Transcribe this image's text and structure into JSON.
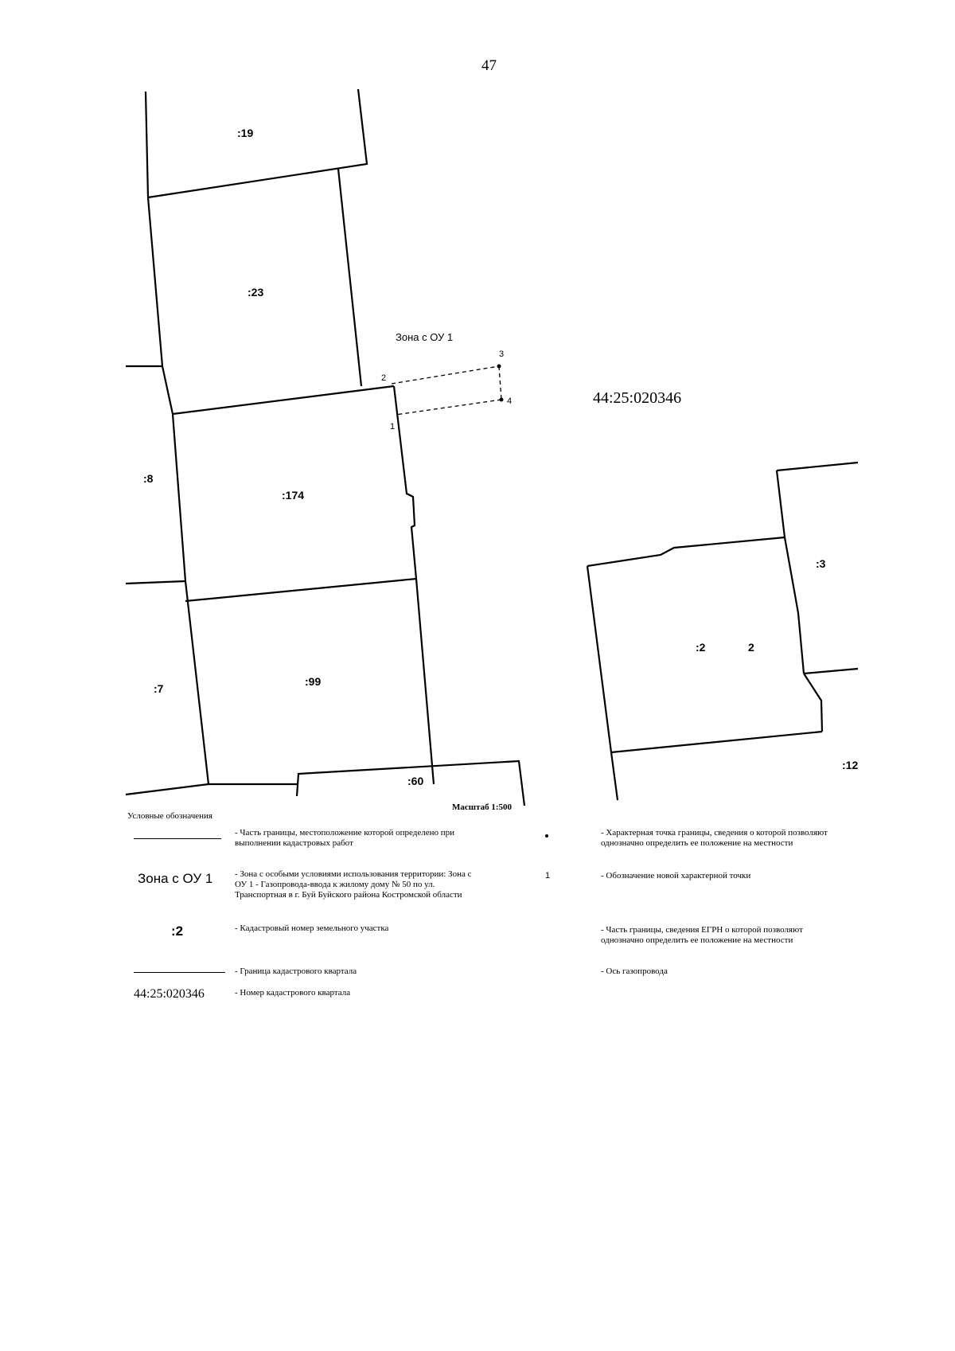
{
  "page_number": "47",
  "map": {
    "quarter_number": "44:25:020346",
    "zone_label": "Зона с ОУ 1",
    "scale": "Масштаб 1:500",
    "parcels": [
      ":19",
      ":23",
      ":174",
      ":99",
      ":8",
      ":7",
      ":60",
      ":3",
      ":2",
      ":12"
    ],
    "points": [
      "1",
      "2",
      "3",
      "4"
    ],
    "extra_marks": [
      "2"
    ]
  },
  "legend": {
    "title": "Условные обозначения",
    "items": [
      {
        "symbol": "",
        "text": "- Часть границы, местоположение которой определено при выполнении кадастровых работ"
      },
      {
        "symbol": "Зона с ОУ 1",
        "text": "- Зона с особыми условиями использования территории: Зона с ОУ 1 - Газопровода-ввода к жилому дому № 50 по ул. Транспортная в г. Буй Буйского района Костромской области"
      },
      {
        "symbol": ":2",
        "text": "- Кадастровый номер земельного участка"
      },
      {
        "symbol": "",
        "text": "- Граница кадастрового квартала"
      },
      {
        "symbol": "44:25:020346",
        "text": "- Номер кадастрового квартала"
      },
      {
        "symbol": "",
        "text": "- Характерная точка границы, сведения о которой позволяют однозначно определить ее положение на местности"
      },
      {
        "symbol": "1",
        "text": "- Обозначение новой характерной точки"
      },
      {
        "symbol": "",
        "text": "- Часть границы, сведения ЕГРН о которой позволяют однозначно определить ее положение на местности"
      },
      {
        "symbol": "",
        "text": "- Ось газопровода"
      }
    ]
  }
}
